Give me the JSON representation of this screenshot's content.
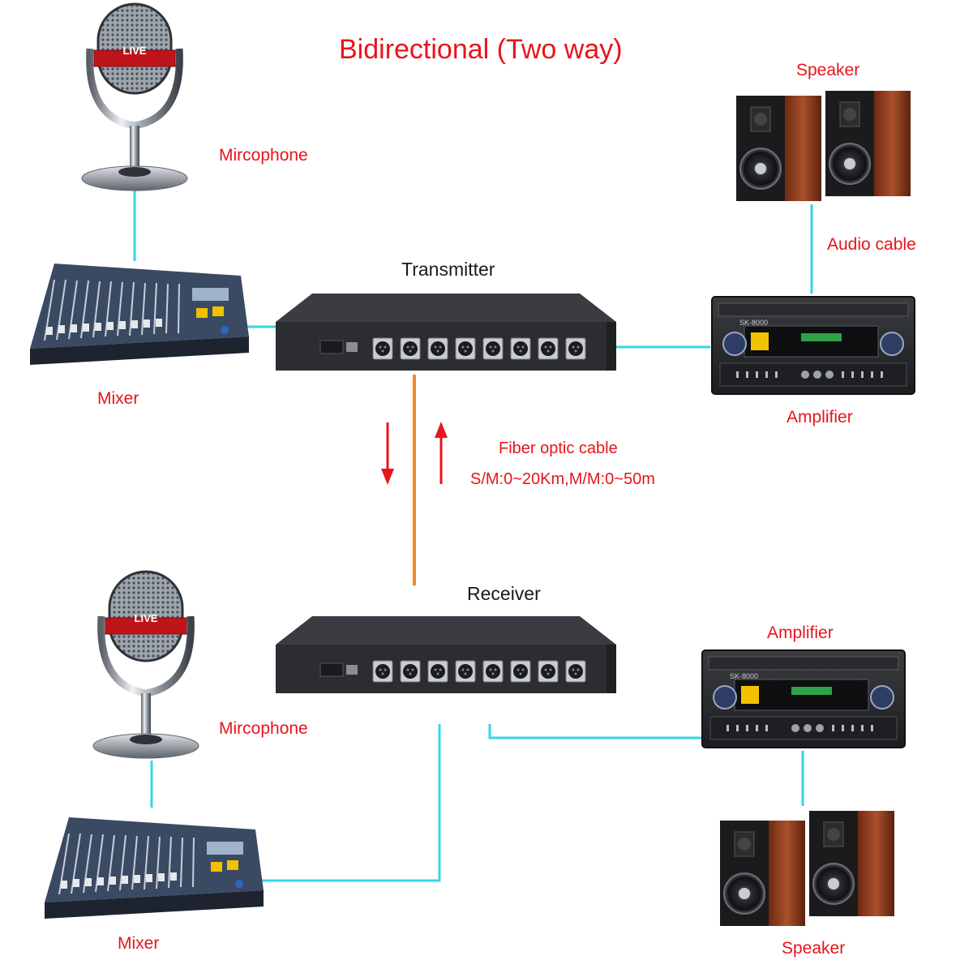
{
  "title": "Bidirectional (Two way)",
  "labels": {
    "microphone_top": "Mircophone",
    "mixer_top": "Mixer",
    "transmitter": "Transmitter",
    "speaker_top": "Speaker",
    "audio_cable": "Audio cable",
    "amplifier_top": "Amplifier",
    "fiber_cable": "Fiber optic cable",
    "fiber_distance": "S/M:0~20Km,M/M:0~50m",
    "receiver": "Receiver",
    "amplifier_bottom": "Amplifier",
    "microphone_bottom": "Mircophone",
    "mixer_bottom": "Mixer",
    "speaker_bottom": "Speaker"
  },
  "device_text": {
    "mic_badge": "LIVE",
    "amp_model": "SK-8000"
  },
  "colors": {
    "title_red": "#e8141b",
    "cable_cyan": "#33d6e6",
    "fiber_orange": "#f08a24",
    "arrow_red": "#e8141b",
    "speaker_wood": "#8e3a1c",
    "chassis_dark": "#2b2d31"
  },
  "icons": [
    "microphone-icon",
    "mixer-icon",
    "transmitter-icon",
    "receiver-icon",
    "amplifier-icon",
    "speaker-icon",
    "down-arrow-icon",
    "up-arrow-icon"
  ]
}
